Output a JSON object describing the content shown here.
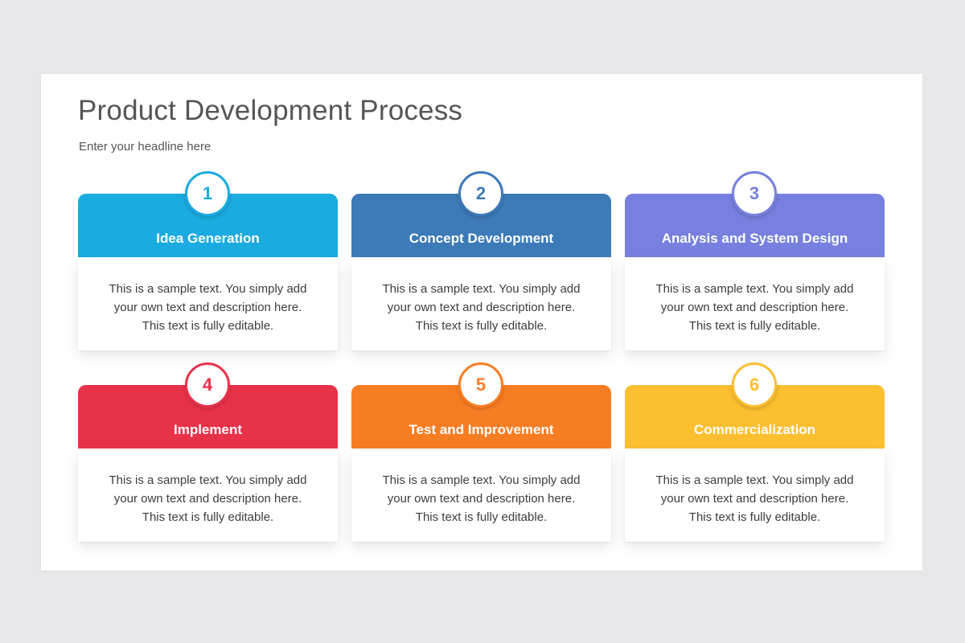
{
  "slide": {
    "title": "Product Development Process",
    "subtitle": "Enter your headline here"
  },
  "steps": [
    {
      "number": "1",
      "title": "Idea Generation",
      "color": "#1aabe0",
      "text": [
        "This is a sample text. You simply add",
        "your own text and description here.",
        "This text is fully editable."
      ]
    },
    {
      "number": "2",
      "title": "Concept Development",
      "color": "#3d7ab8",
      "text": [
        "This is a sample text. You simply add",
        "your own text and description here.",
        "This text is fully editable."
      ]
    },
    {
      "number": "3",
      "title": "Analysis and System Design",
      "color": "#7780de",
      "text": [
        "This is a sample text. You simply add",
        "your own text and description here.",
        "This text is fully editable."
      ]
    },
    {
      "number": "4",
      "title": "Implement",
      "color": "#e8324a",
      "text": [
        "This is a sample text. You simply add",
        "your own text and description here.",
        "This text is fully editable."
      ]
    },
    {
      "number": "5",
      "title": "Test and Improvement",
      "color": "#f77d23",
      "text": [
        "This is a sample text. You simply add",
        "your own text and description here.",
        "This text is fully editable."
      ]
    },
    {
      "number": "6",
      "title": "Commercialization",
      "color": "#fbbf30",
      "text": [
        "This is a sample text. You simply add",
        "your own text and description here.",
        "This text is fully editable."
      ]
    }
  ]
}
